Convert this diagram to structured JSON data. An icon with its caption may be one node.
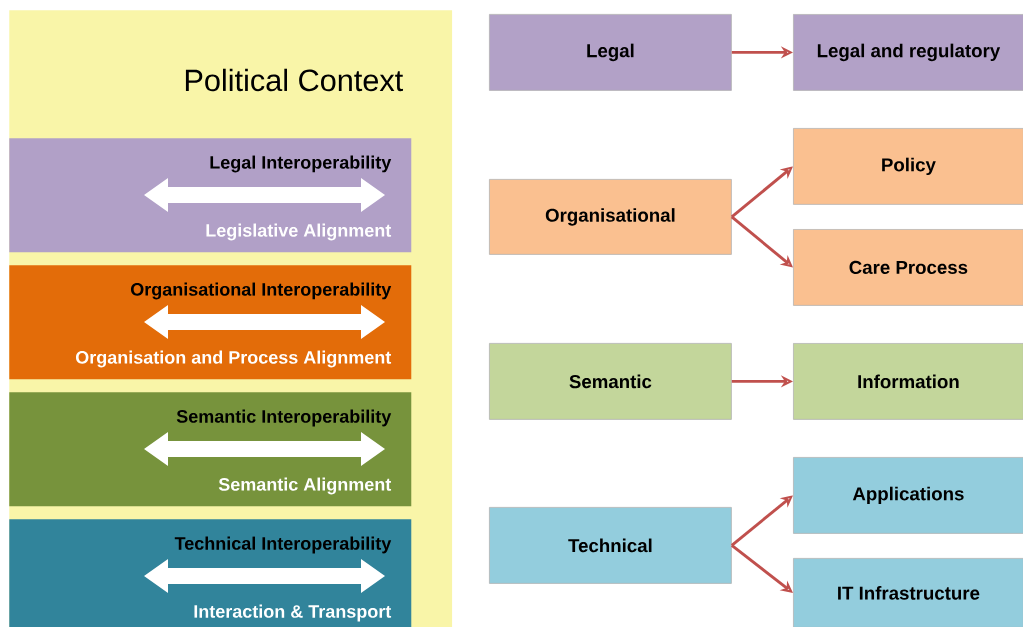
{
  "diagram": {
    "nodes": [
      {
        "text": [
          "Political Context"
        ]
      },
      {
        "text": [
          "Legal Interoperability",
          "Legislative Alignment"
        ],
        "in": 0
      },
      {
        "text": [
          "Organisational Interoperability",
          "Organisation and Process Alignment"
        ],
        "in": 0
      },
      {
        "text": [
          "Semantic Interoperability",
          "Semantic Alignment"
        ],
        "in": 0
      },
      {
        "text": [
          "Technical Interoperability",
          "Interaction & Transport"
        ],
        "in": 0
      },
      {
        "text": [
          "Legal"
        ]
      },
      {
        "text": [
          "Legal and regulatory"
        ]
      },
      {
        "text": [
          "Policy"
        ]
      },
      {
        "text": [
          "Organisational"
        ]
      },
      {
        "text": [
          "Care Process"
        ]
      },
      {
        "text": [
          "Semantic"
        ]
      },
      {
        "text": [
          "Information"
        ]
      },
      {
        "text": [
          "Applications"
        ]
      },
      {
        "text": [
          "Technical"
        ]
      },
      {
        "text": [
          "IT Infrastructure"
        ]
      }
    ],
    "edges": [
      {
        "from": 5,
        "to": 6,
        "arrow": "to"
      },
      {
        "from": 8,
        "to": 7,
        "arrow": "to"
      },
      {
        "from": 8,
        "to": 9,
        "arrow": "to"
      },
      {
        "from": 10,
        "to": 11,
        "arrow": "to"
      },
      {
        "from": 13,
        "to": 12,
        "arrow": "to"
      },
      {
        "from": 13,
        "to": 14,
        "arrow": "to"
      }
    ]
  }
}
